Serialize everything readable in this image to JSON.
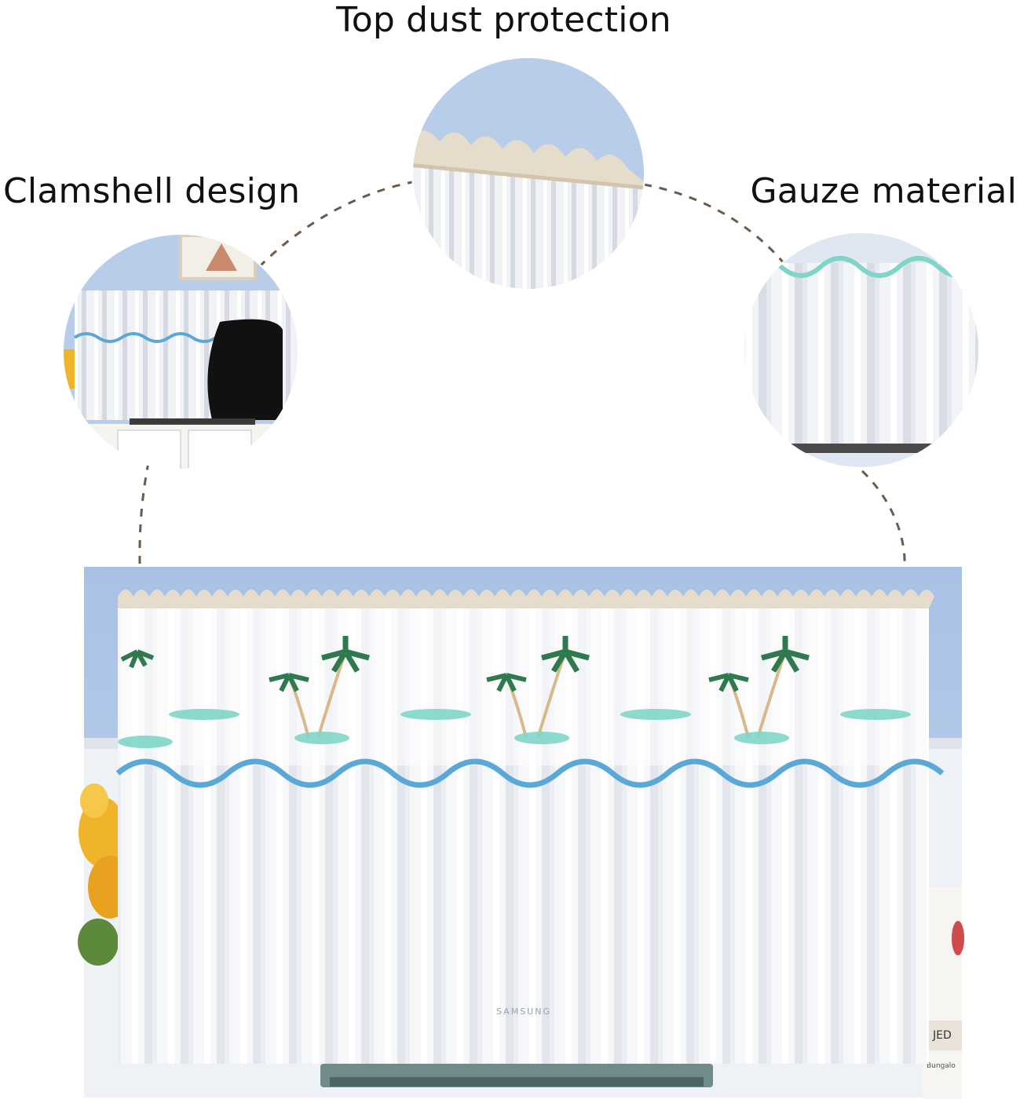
{
  "labels": {
    "top": "Top dust protection",
    "left": "Clamshell design",
    "right": "Gauze material"
  },
  "tv_brand_text": "SAMSUNG",
  "book_text": "JED",
  "book_subtext": "Bungalo",
  "colors": {
    "wall_blue": "#b8cdea",
    "gauze_white": "#f4f5f8",
    "trim_blue": "#5aa8d8",
    "palm_green": "#2e7a4e",
    "mint": "#7fd6c8",
    "sunflower": "#f0b42a",
    "ruffle_beige": "#e6dccb"
  }
}
